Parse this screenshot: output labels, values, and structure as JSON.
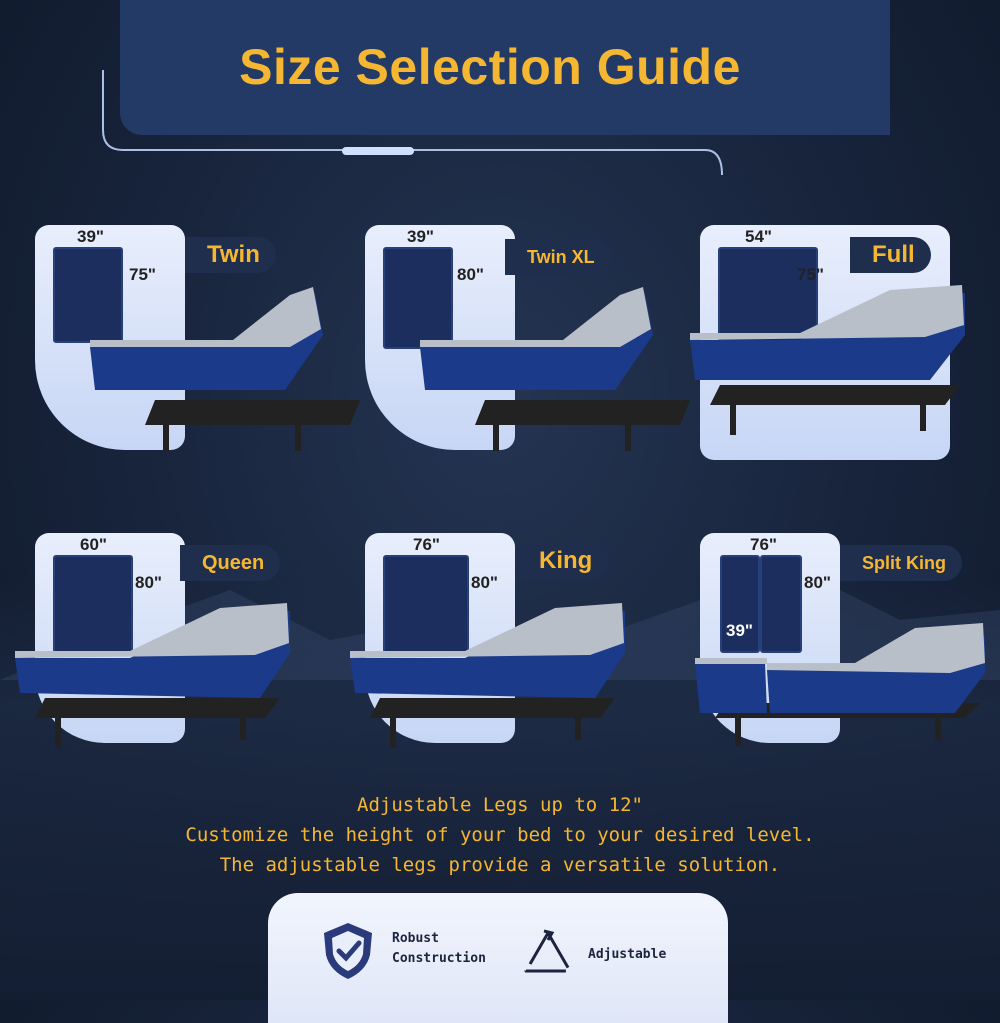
{
  "title": "Size Selection Guide",
  "colors": {
    "accent": "#f5b731",
    "panel_dark": "#243a66",
    "mattress_blue": "#1c2e5e"
  },
  "sizes": [
    {
      "name": "Twin",
      "width": "39\"",
      "length": "75\""
    },
    {
      "name": "Twin XL",
      "width": "39\"",
      "length": "80\""
    },
    {
      "name": "Full",
      "width": "54\"",
      "length": "75\""
    },
    {
      "name": "Queen",
      "width": "60\"",
      "length": "80\""
    },
    {
      "name": "King",
      "width": "76\"",
      "length": "80\""
    },
    {
      "name": "Split King",
      "width": "76\"",
      "length": "80\"",
      "half_width": "39\""
    }
  ],
  "info": {
    "line1": "Adjustable Legs up to 12\"",
    "line2": "Customize the height of your bed to your desired level.",
    "line3": "The adjustable legs provide a versatile solution."
  },
  "features": {
    "robust_line1": "Robust",
    "robust_line2": "Construction",
    "adjustable": "Adjustable",
    "robust_icon": "shield-check-icon",
    "adjustable_icon": "cycle-arrows-icon"
  }
}
